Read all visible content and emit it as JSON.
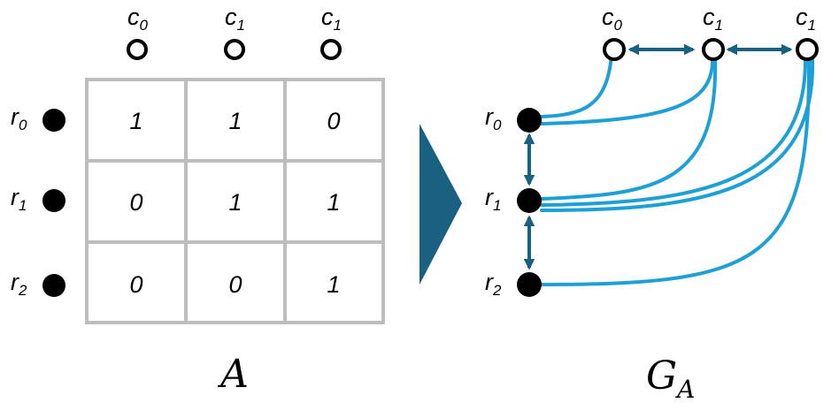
{
  "matrix": {
    "column_labels": [
      {
        "base": "c",
        "sub": "0"
      },
      {
        "base": "c",
        "sub": "1"
      },
      {
        "base": "c",
        "sub": "1"
      }
    ],
    "row_labels": [
      {
        "base": "r",
        "sub": "0"
      },
      {
        "base": "r",
        "sub": "1"
      },
      {
        "base": "r",
        "sub": "2"
      }
    ],
    "cells": [
      [
        "1",
        "1",
        "0"
      ],
      [
        "0",
        "1",
        "1"
      ],
      [
        "0",
        "0",
        "1"
      ]
    ],
    "name": "A"
  },
  "graph": {
    "column_labels": [
      {
        "base": "c",
        "sub": "0"
      },
      {
        "base": "c",
        "sub": "1"
      },
      {
        "base": "c",
        "sub": "1"
      }
    ],
    "row_labels": [
      {
        "base": "r",
        "sub": "0"
      },
      {
        "base": "r",
        "sub": "1"
      },
      {
        "base": "r",
        "sub": "2"
      }
    ],
    "name": {
      "base": "G",
      "sub": "A"
    }
  },
  "colors": {
    "grid": "#bdbdbd",
    "arrow": "#1a6080",
    "edge": "#1e9fd6",
    "node": "#000000"
  }
}
